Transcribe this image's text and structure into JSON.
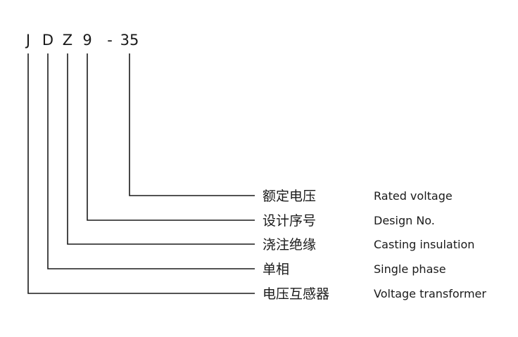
{
  "model_code": [
    {
      "char": "J"
    },
    {
      "char": "D"
    },
    {
      "char": "Z"
    },
    {
      "char": "9"
    },
    {
      "char": "-"
    },
    {
      "char": "35"
    }
  ],
  "legend": [
    {
      "code_index": 5,
      "cn": "额定电压",
      "en": "Rated voltage"
    },
    {
      "code_index": 3,
      "cn": "设计序号",
      "en": "Design No."
    },
    {
      "code_index": 2,
      "cn": "浇注绝缘",
      "en": "Casting insulation"
    },
    {
      "code_index": 1,
      "cn": "单相",
      "en": "Single phase"
    },
    {
      "code_index": 0,
      "cn": "电压互感器",
      "en": "Voltage transformer"
    }
  ]
}
